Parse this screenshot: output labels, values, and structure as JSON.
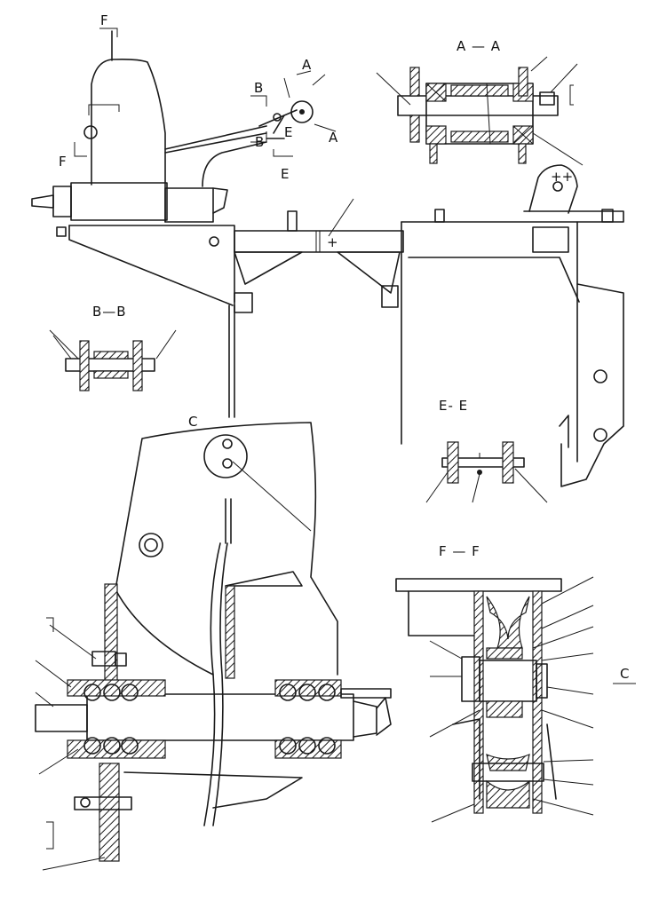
{
  "labels": {
    "view_c": "C",
    "view_c_ref": "C",
    "f_top": "F",
    "f_left": "F",
    "a_top": "A",
    "a_bottom": "A",
    "b_top": "B",
    "b_mid": "B",
    "e_mid": "E",
    "e_bottom": "E"
  },
  "sections": {
    "aa": "A — A",
    "bb": "B—B",
    "ee": "E- E",
    "ff": "F — F"
  }
}
